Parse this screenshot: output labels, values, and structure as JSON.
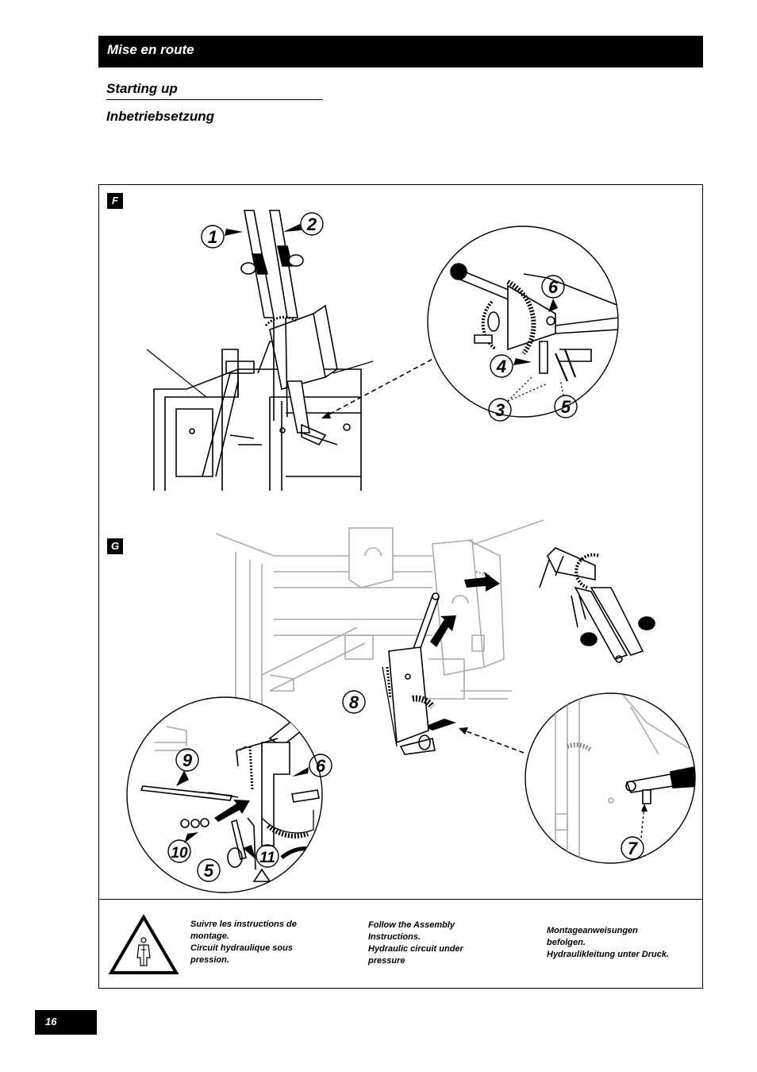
{
  "header": {
    "title": "Mise en route"
  },
  "subtitles": {
    "english": "Starting up",
    "german": "Inbetriebsetzung"
  },
  "figures": {
    "f": {
      "label": "F",
      "callouts": [
        "1",
        "2",
        "6",
        "4",
        "3",
        "5"
      ]
    },
    "g": {
      "label": "G",
      "callouts": [
        "8",
        "9",
        "6",
        "10",
        "11",
        "5",
        "7"
      ]
    }
  },
  "warning": {
    "icon": "warning-triangle-icon",
    "french": [
      "Suivre les instructions de",
      "montage.",
      "Circuit hydraulique sous",
      "pression."
    ],
    "english": [
      "Follow the Assembly",
      "Instructions.",
      "Hydraulic circuit under",
      "pressure"
    ],
    "german": [
      "Montageanweisungen",
      "befolgen.",
      "Hydraulikleitung unter Druck."
    ]
  },
  "footer": {
    "page_number": "16"
  }
}
